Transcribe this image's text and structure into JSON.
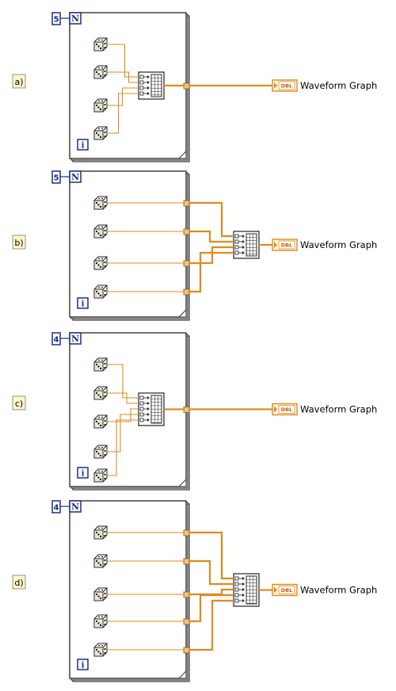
{
  "diagrams": [
    {
      "label": "a)",
      "count": "5",
      "count_glyph": "N",
      "index_glyph": "i",
      "dice_count": 4,
      "wiring": "inside",
      "graph_indicator": "DBL",
      "graph_label": "Waveform Graph"
    },
    {
      "label": "b)",
      "count": "5",
      "count_glyph": "N",
      "index_glyph": "i",
      "dice_count": 4,
      "wiring": "outside",
      "graph_indicator": "DBL",
      "graph_label": "Waveform Graph"
    },
    {
      "label": "c)",
      "count": "4",
      "count_glyph": "N",
      "index_glyph": "i",
      "dice_count": 5,
      "wiring": "inside",
      "graph_indicator": "DBL",
      "graph_label": "Waveform Graph"
    },
    {
      "label": "d)",
      "count": "4",
      "count_glyph": "N",
      "index_glyph": "i",
      "dice_count": 5,
      "wiring": "outside",
      "graph_indicator": "DBL",
      "graph_label": "Waveform Graph"
    }
  ],
  "icons": {
    "die": "dice-icon",
    "build_array": "build-array-icon",
    "terminal": "waveform-graph-terminal-icon"
  },
  "colors": {
    "wire": "#e08a1e",
    "wire_thick": "#e08a1e",
    "loop_border": "#333333",
    "count_blue": "#1a2f8a",
    "label_bg": "#fff8c8"
  }
}
